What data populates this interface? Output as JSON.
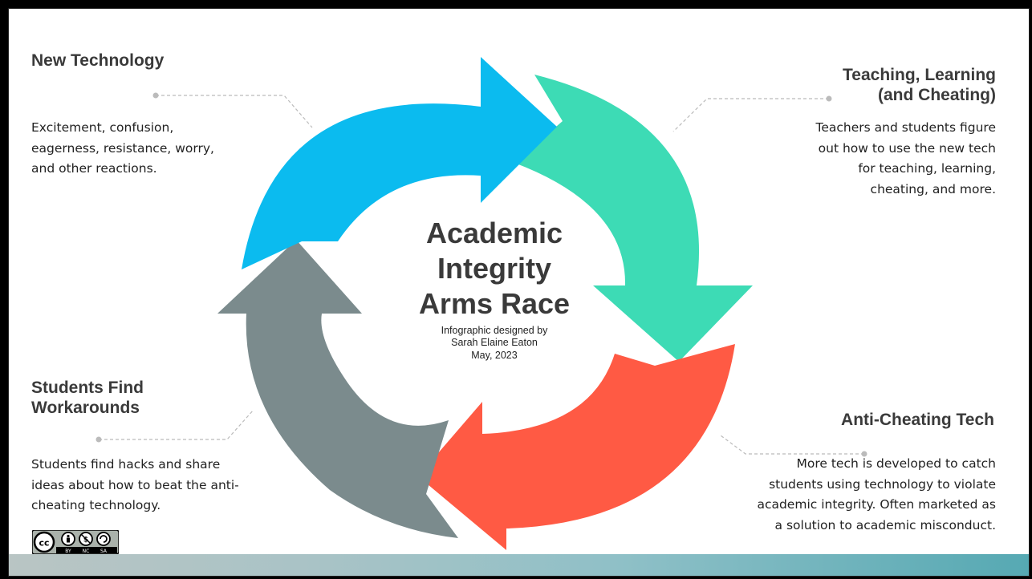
{
  "center": {
    "title_lines": [
      "Academic",
      "Integrity",
      "Arms Race"
    ],
    "credit_lines": [
      "Infographic designed by",
      "Sarah Elaine Eaton",
      "May, 2023"
    ]
  },
  "stages": {
    "new_technology": {
      "title": "New Technology",
      "body_lines": [
        "Excitement, confusion,",
        "eagerness, resistance, worry,",
        "and other reactions."
      ],
      "color": "#0BBBEF"
    },
    "teaching_learning": {
      "title_lines": [
        "Teaching, Learning",
        "(and Cheating)"
      ],
      "body_lines": [
        "Teachers and students figure",
        "out how to use the new tech",
        "for teaching, learning,",
        "cheating, and more."
      ],
      "color": "#3DDBB5"
    },
    "anti_cheating": {
      "title": "Anti-Cheating Tech",
      "body_lines": [
        "More tech is developed to catch",
        "students using technology to violate",
        "academic integrity. Often marketed as",
        "a solution to academic misconduct."
      ],
      "color": "#FF5A44"
    },
    "students_workarounds": {
      "title_lines": [
        "Students Find",
        "Workarounds"
      ],
      "body_lines": [
        "Students find hacks and share",
        "ideas about how to beat the anti-",
        "cheating technology."
      ],
      "color": "#7B8B8D"
    }
  },
  "license": {
    "cc_text": "cc",
    "terms": [
      "BY",
      "NC",
      "SA"
    ],
    "icon": "creative-commons-by-nc-sa-icon"
  }
}
